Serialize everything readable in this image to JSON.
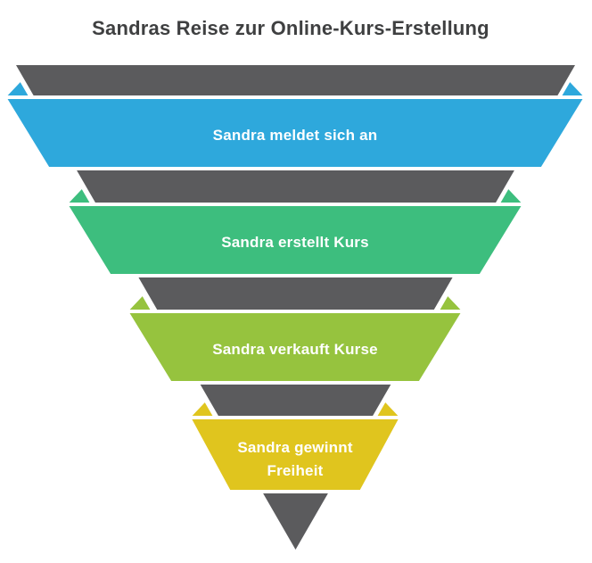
{
  "title": "Sandras Reise zur Online-Kurs-Erstellung",
  "colors": {
    "background": "#ffffff",
    "title": "#3f4041",
    "funnel": "#5b5b5d",
    "stage_label": "#ffffff",
    "stage_blue": "#2ea8dc",
    "stage_green": "#3dbe7e",
    "stage_lime": "#96c33e",
    "stage_yellow": "#e0c51e"
  },
  "stages": [
    {
      "label": "Sandra meldet sich an",
      "color": "#2ea8dc"
    },
    {
      "label": "Sandra erstellt Kurs",
      "color": "#3dbe7e"
    },
    {
      "label": "Sandra verkauft Kurse",
      "color": "#96c33e"
    },
    {
      "label": "Sandra gewinnt Freiheit",
      "color": "#e0c51e",
      "lines": [
        "Sandra gewinnt",
        "Freiheit"
      ]
    }
  ],
  "chart_data": {
    "type": "funnel",
    "title": "Sandras Reise zur Online-Kurs-Erstellung",
    "stages": [
      "Sandra meldet sich an",
      "Sandra erstellt Kurs",
      "Sandra verkauft Kurse",
      "Sandra gewinnt Freiheit"
    ],
    "colors": [
      "#2ea8dc",
      "#3dbe7e",
      "#96c33e",
      "#e0c51e"
    ],
    "direction": "top-wide-to-bottom-point",
    "funnel_body_color": "#5b5b5d",
    "legend": "none",
    "values_shown": false
  }
}
